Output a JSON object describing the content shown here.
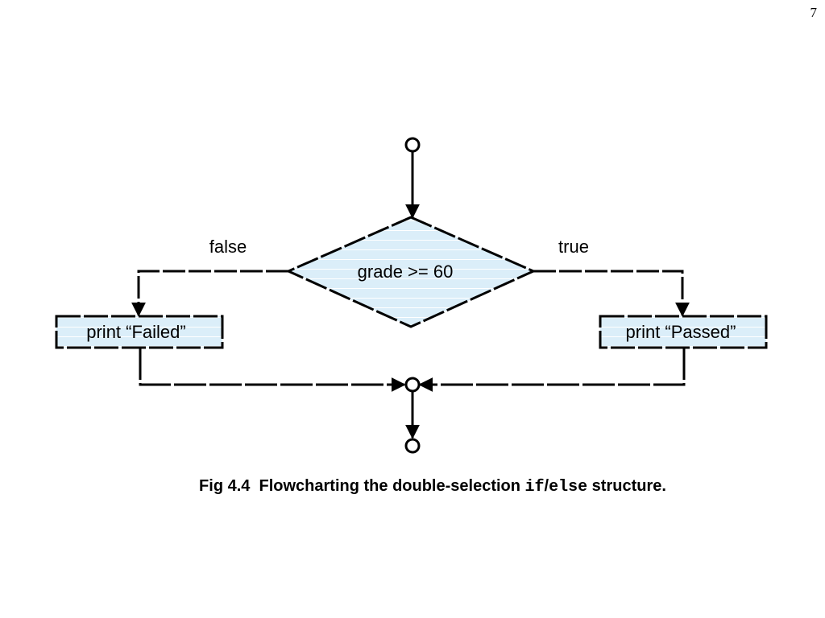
{
  "slide": {
    "page_number": "7"
  },
  "flowchart": {
    "decision": {
      "text": "grade >= 60"
    },
    "false_label": "false",
    "true_label": "true",
    "false_action": {
      "text": "print “Failed”"
    },
    "true_action": {
      "text": "print “Passed”"
    }
  },
  "caption": {
    "prefix": "Fig 4.4  Flowcharting the double-selection ",
    "code_if": "if",
    "slash": "/",
    "code_else": "else",
    "suffix": " structure."
  },
  "colors": {
    "node_fill": "#dbeef9",
    "node_stripe": "#ffffff",
    "stroke": "#000000"
  }
}
